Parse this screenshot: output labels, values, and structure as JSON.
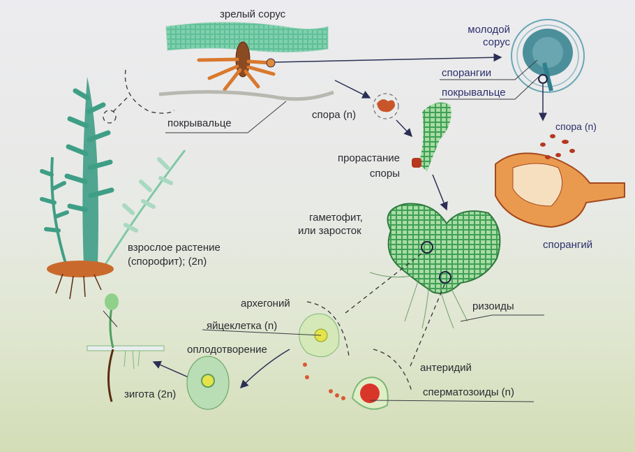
{
  "diagram": {
    "title_fragment": "",
    "labels": {
      "mature_sorus": "зрелый сорус",
      "young_sorus_line1": "молодой",
      "young_sorus_line2": "сорус",
      "sporangia": "спорангии",
      "indusium_right": "покрывальце",
      "indusium_left": "покрывальце",
      "spore_center": "спора (n)",
      "spore_right": "спора (n)",
      "spore_germination_line1": "прорастание",
      "spore_germination_line2": "споры",
      "sporangium": "спорангий",
      "gametophyte_line1": "гаметофит,",
      "gametophyte_line2": "или заросток",
      "adult_plant_line1": "взрослое растение",
      "adult_plant_line2": "(спорофит); (2n)",
      "archegonium": "архегоний",
      "egg_cell": "яйцеклетка (n)",
      "rhizoids": "ризоиды",
      "fertilization": "оплодотворение",
      "antheridium": "антеридий",
      "sperm_cells": "сперматозоиды (n)",
      "zygote": "зигота (2n)"
    },
    "colors": {
      "leaf_green": "#3f9e86",
      "gametophyte_green": "#4caf6a",
      "sporangium_orange": "#d9782e",
      "spore_red": "#b5381f",
      "arrow": "#2b2f55",
      "text": "#2a2a30"
    }
  }
}
